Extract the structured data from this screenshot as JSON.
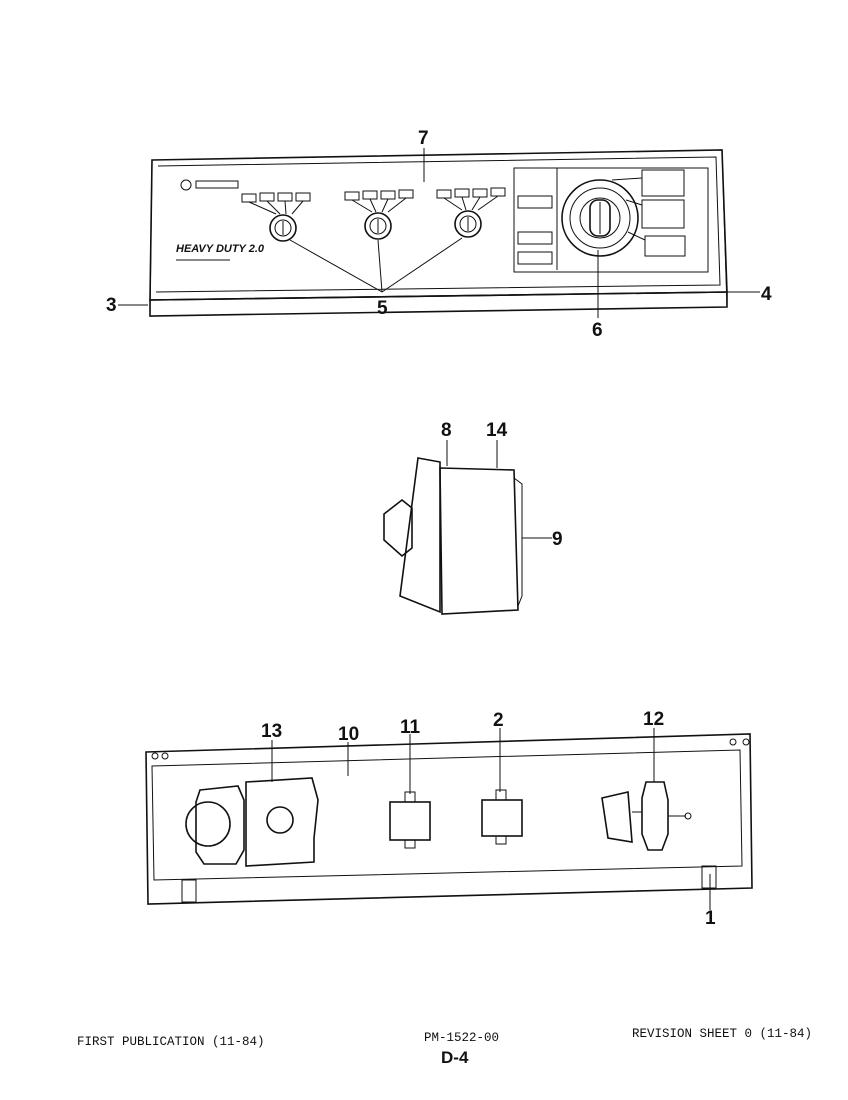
{
  "panel": {
    "brand_text": "HEAVY DUTY 2.0"
  },
  "callouts": [
    {
      "id": "1",
      "label": "1"
    },
    {
      "id": "2",
      "label": "2"
    },
    {
      "id": "3",
      "label": "3"
    },
    {
      "id": "4",
      "label": "4"
    },
    {
      "id": "5",
      "label": "5"
    },
    {
      "id": "6",
      "label": "6"
    },
    {
      "id": "7",
      "label": "7"
    },
    {
      "id": "8",
      "label": "8"
    },
    {
      "id": "9",
      "label": "9"
    },
    {
      "id": "10",
      "label": "10"
    },
    {
      "id": "11",
      "label": "11"
    },
    {
      "id": "12",
      "label": "12"
    },
    {
      "id": "13",
      "label": "13"
    },
    {
      "id": "14",
      "label": "14"
    }
  ],
  "footer": {
    "left": "FIRST PUBLICATION (11-84)",
    "center": "PM-1522-00",
    "page": "D-4",
    "right": "REVISION SHEET 0 (11-84)"
  }
}
